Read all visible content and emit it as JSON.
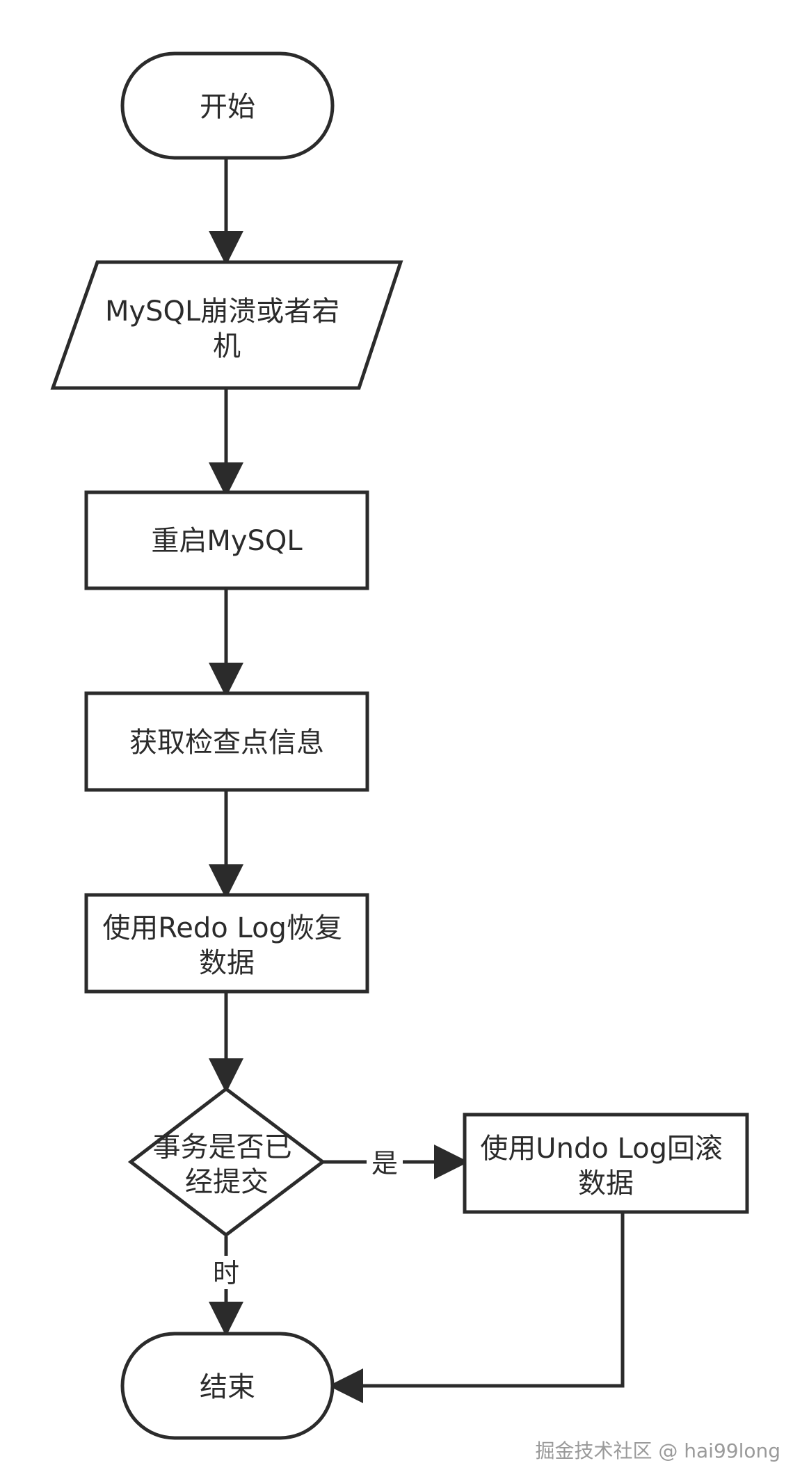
{
  "nodes": {
    "start": {
      "text": "开始"
    },
    "crash": {
      "lines": [
        "MySQL崩溃或者宕",
        "机"
      ]
    },
    "restart": {
      "text": "重启MySQL"
    },
    "checkpoint": {
      "text": "获取检查点信息"
    },
    "redo": {
      "lines": [
        "使用Redo Log恢复",
        "数据"
      ]
    },
    "decision": {
      "lines": [
        "事务是否已",
        "经提交"
      ]
    },
    "undo": {
      "lines": [
        "使用Undo Log回滚",
        "数据"
      ]
    },
    "end": {
      "text": "结束"
    }
  },
  "edges": {
    "yes_label": "是",
    "no_label": "时"
  },
  "watermark": "掘金技术社区 @ hai99long",
  "colors": {
    "stroke": "#2b2b2b",
    "fill": "#ffffff",
    "watermark": "#9a9a9a"
  }
}
